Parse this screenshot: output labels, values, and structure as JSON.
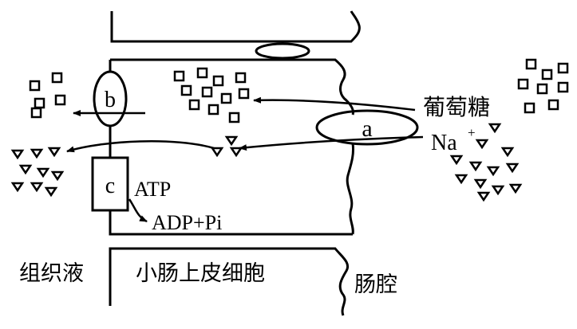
{
  "labels": {
    "protein_a": "a",
    "protein_b": "b",
    "protein_c": "c",
    "glucose": "葡萄糖",
    "sodium": "Na",
    "sodium_charge": "+",
    "atp": "ATP",
    "adp_pi": "ADP+Pi",
    "tissue_fluid": "组织液",
    "epithelial_cell": "小肠上皮细胞",
    "intestinal_lumen": "肠腔"
  },
  "colors": {
    "stroke": "#000000",
    "background": "#ffffff"
  }
}
